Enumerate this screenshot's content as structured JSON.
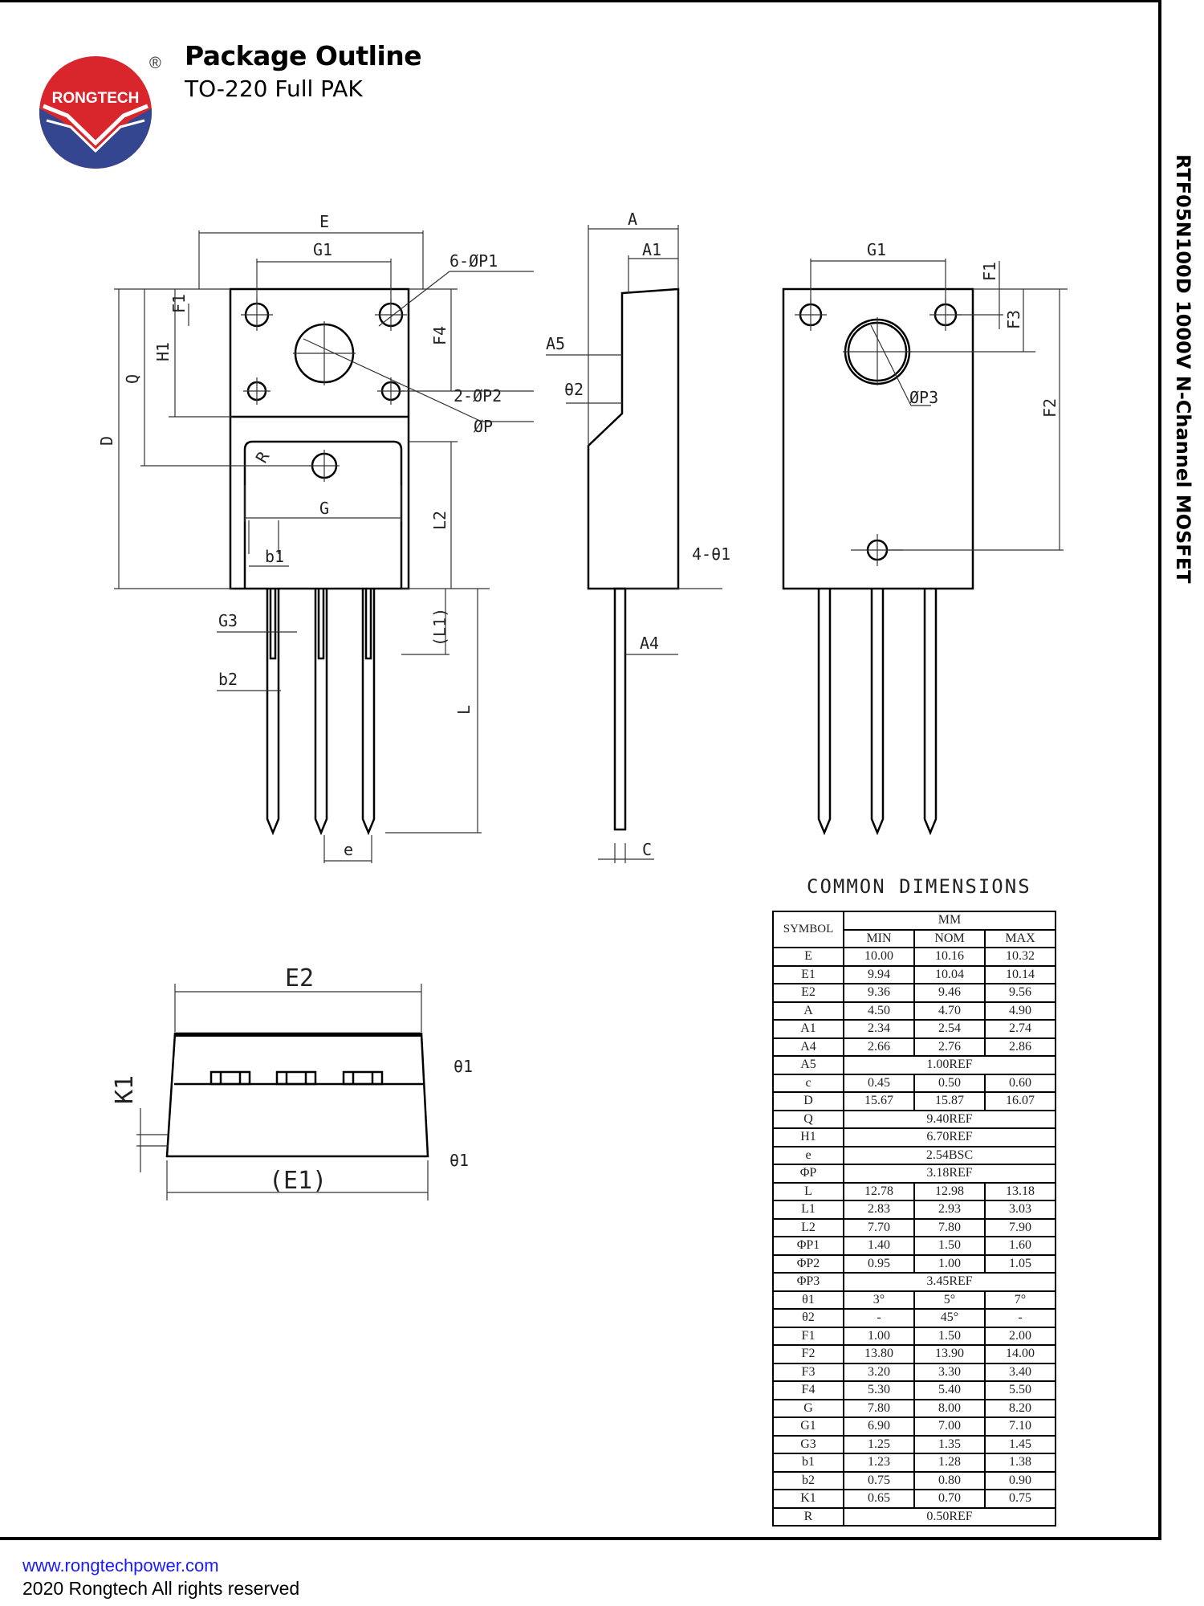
{
  "header": {
    "logo_text": "RONGTECH",
    "registered_mark": "®",
    "title": "Package Outline",
    "subtitle": "TO-220 Full PAK"
  },
  "side_title": "RTF05N100D 1000V N-Channel MOSFET",
  "drawing_labels": {
    "front": [
      "E",
      "G1",
      "6-ØP1",
      "F1",
      "H1",
      "Q",
      "D",
      "F4",
      "2-ØP2",
      "ØP",
      "R",
      "G",
      "L2",
      "b1",
      "(L1)",
      "G3",
      "b2",
      "L",
      "e"
    ],
    "side": [
      "A",
      "A1",
      "A5",
      "θ2",
      "4-θ1",
      "A4",
      "C"
    ],
    "back": [
      "G1",
      "F1",
      "F3",
      "ØP3",
      "F2"
    ],
    "bottom": [
      "E2",
      "K1",
      "θ1",
      "θ1",
      "(E1)"
    ]
  },
  "dimensions": {
    "heading": "COMMON DIMENSIONS",
    "symbol_header": "SYMBOL",
    "unit_header": "MM",
    "col_headers": [
      "MIN",
      "NOM",
      "MAX"
    ],
    "rows": [
      {
        "symbol": "E",
        "min": "10.00",
        "nom": "10.16",
        "max": "10.32"
      },
      {
        "symbol": "E1",
        "min": "9.94",
        "nom": "10.04",
        "max": "10.14"
      },
      {
        "symbol": "E2",
        "min": "9.36",
        "nom": "9.46",
        "max": "9.56"
      },
      {
        "symbol": "A",
        "min": "4.50",
        "nom": "4.70",
        "max": "4.90"
      },
      {
        "symbol": "A1",
        "min": "2.34",
        "nom": "2.54",
        "max": "2.74"
      },
      {
        "symbol": "A4",
        "min": "2.66",
        "nom": "2.76",
        "max": "2.86"
      },
      {
        "symbol": "A5",
        "span": "1.00REF"
      },
      {
        "symbol": "c",
        "min": "0.45",
        "nom": "0.50",
        "max": "0.60"
      },
      {
        "symbol": "D",
        "min": "15.67",
        "nom": "15.87",
        "max": "16.07"
      },
      {
        "symbol": "Q",
        "span": "9.40REF"
      },
      {
        "symbol": "H1",
        "span": "6.70REF"
      },
      {
        "symbol": "e",
        "span": "2.54BSC"
      },
      {
        "symbol": "ΦP",
        "span": "3.18REF"
      },
      {
        "symbol": "L",
        "min": "12.78",
        "nom": "12.98",
        "max": "13.18"
      },
      {
        "symbol": "L1",
        "min": "2.83",
        "nom": "2.93",
        "max": "3.03"
      },
      {
        "symbol": "L2",
        "min": "7.70",
        "nom": "7.80",
        "max": "7.90"
      },
      {
        "symbol": "ΦP1",
        "min": "1.40",
        "nom": "1.50",
        "max": "1.60"
      },
      {
        "symbol": "ΦP2",
        "min": "0.95",
        "nom": "1.00",
        "max": "1.05"
      },
      {
        "symbol": "ΦP3",
        "span": "3.45REF"
      },
      {
        "symbol": "θ1",
        "min": "3°",
        "nom": "5°",
        "max": "7°"
      },
      {
        "symbol": "θ2",
        "min": "-",
        "nom": "45°",
        "max": "-"
      },
      {
        "symbol": "F1",
        "min": "1.00",
        "nom": "1.50",
        "max": "2.00"
      },
      {
        "symbol": "F2",
        "min": "13.80",
        "nom": "13.90",
        "max": "14.00"
      },
      {
        "symbol": "F3",
        "min": "3.20",
        "nom": "3.30",
        "max": "3.40"
      },
      {
        "symbol": "F4",
        "min": "5.30",
        "nom": "5.40",
        "max": "5.50"
      },
      {
        "symbol": "G",
        "min": "7.80",
        "nom": "8.00",
        "max": "8.20"
      },
      {
        "symbol": "G1",
        "min": "6.90",
        "nom": "7.00",
        "max": "7.10"
      },
      {
        "symbol": "G3",
        "min": "1.25",
        "nom": "1.35",
        "max": "1.45"
      },
      {
        "symbol": "b1",
        "min": "1.23",
        "nom": "1.28",
        "max": "1.38"
      },
      {
        "symbol": "b2",
        "min": "0.75",
        "nom": "0.80",
        "max": "0.90"
      },
      {
        "symbol": "K1",
        "min": "0.65",
        "nom": "0.70",
        "max": "0.75"
      },
      {
        "symbol": "R",
        "span": "0.50REF"
      }
    ]
  },
  "footer": {
    "url": "www.rongtechpower.com",
    "copyright": "2020 Rongtech All rights reserved"
  },
  "colors": {
    "logo_red": "#d8262c",
    "logo_blue": "#33468f",
    "link_blue": "#1a1aff"
  }
}
